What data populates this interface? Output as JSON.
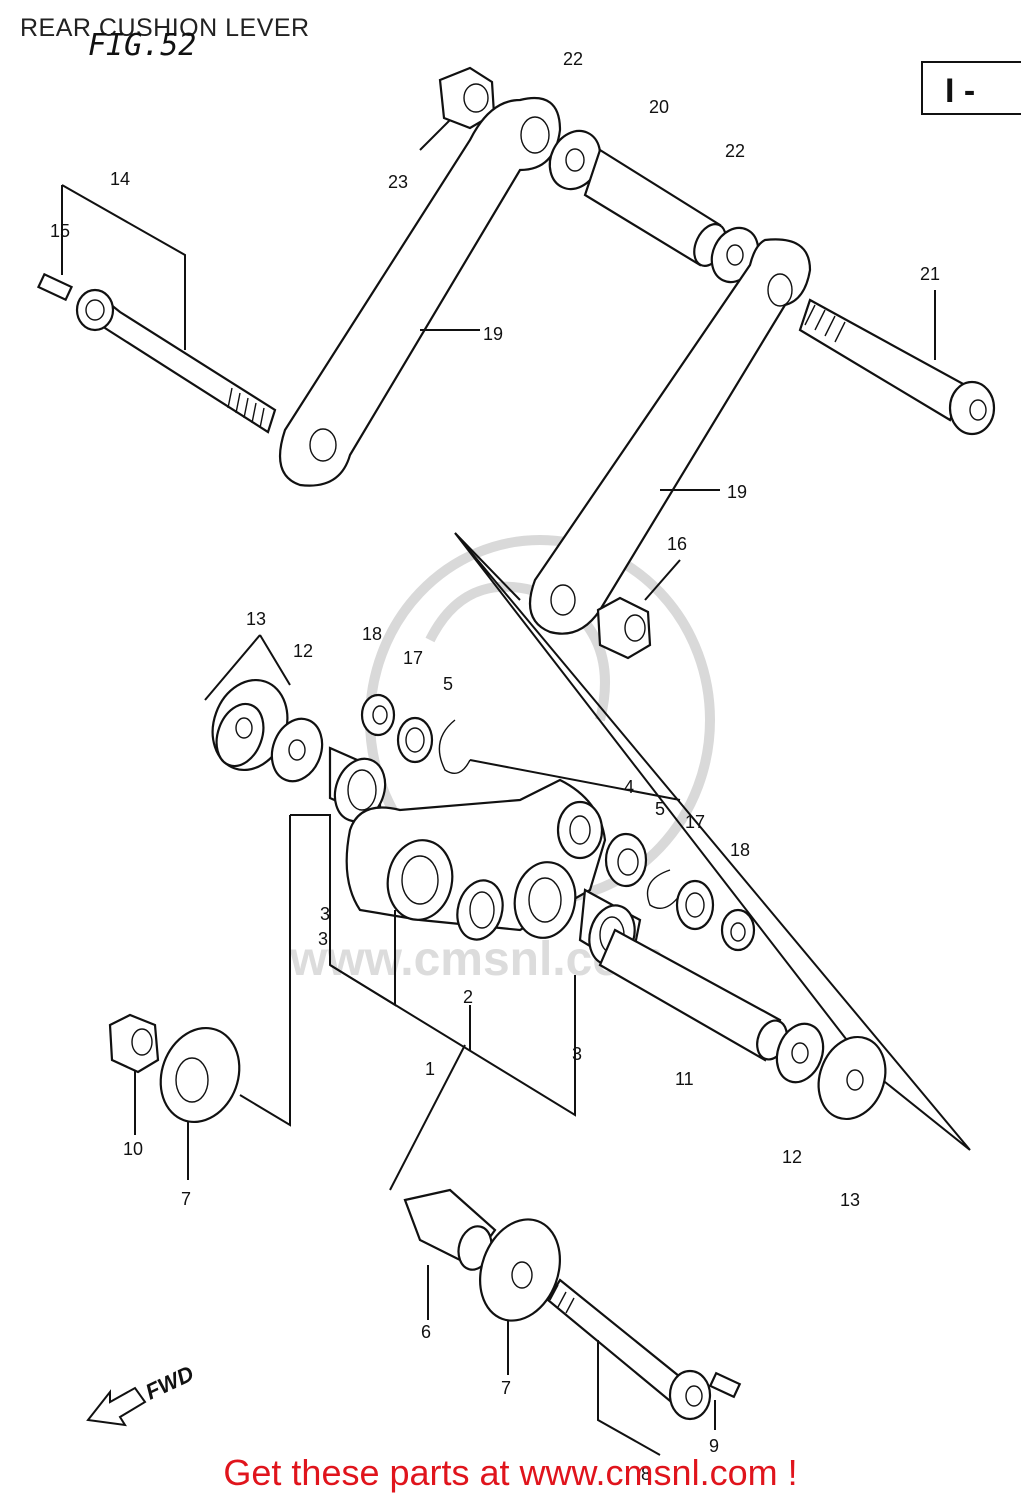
{
  "header": {
    "title": "REAR CUSHION LEVER",
    "figure": "FIG.52"
  },
  "section_mark": "I -",
  "footer": {
    "banner": "Get these parts at www.cmsnl.com !"
  },
  "direction_label": "FWD",
  "watermark_text": "www.cmsnl.com",
  "callouts": {
    "c1": "1",
    "c2": "2",
    "c3a": "3",
    "c3b": "3",
    "c3c": "3",
    "c4": "4",
    "c5a": "5",
    "c5b": "5",
    "c6": "6",
    "c7a": "7",
    "c7b": "7",
    "c8": "8",
    "c9": "9",
    "c10": "10",
    "c11": "11",
    "c12a": "12",
    "c12b": "12",
    "c13a": "13",
    "c13b": "13",
    "c14": "14",
    "c15": "15",
    "c16": "16",
    "c17a": "17",
    "c17b": "17",
    "c18a": "18",
    "c18b": "18",
    "c19a": "19",
    "c19b": "19",
    "c20": "20",
    "c21": "21",
    "c22a": "22",
    "c22b": "22",
    "c23": "23"
  },
  "colors": {
    "line": "#111111",
    "banner": "#e0141c",
    "watermark": "#d9d9d9"
  }
}
